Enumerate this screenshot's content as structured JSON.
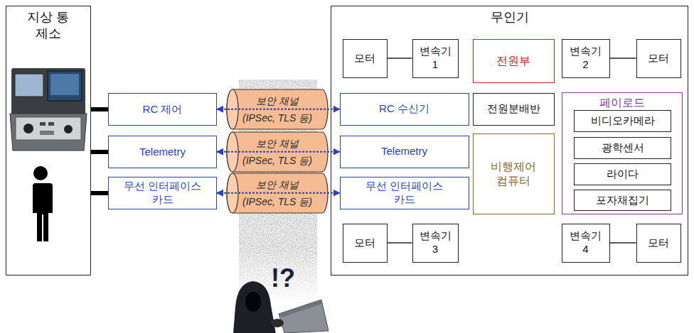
{
  "diagram": {
    "nodes": [
      {
        "text": [
          "지상 통제소"
        ]
      },
      {
        "text": [
          "RC 제어"
        ]
      },
      {
        "text": [
          "Telemetry"
        ]
      },
      {
        "text": [
          "무선 인터페이스 카드"
        ]
      },
      {
        "text": [
          "보안 채널",
          "(IPSec, TLS 등)"
        ]
      },
      {
        "text": [
          "보안 채널",
          "(IPSec, TLS 등)"
        ]
      },
      {
        "text": [
          "보안 채널",
          "(IPSec, TLS 등)"
        ]
      },
      {
        "text": [
          "무인기"
        ]
      },
      {
        "text": [
          "모터"
        ],
        "in": 7
      },
      {
        "text": [
          "변속기 1"
        ],
        "in": 7
      },
      {
        "text": [
          "전원부"
        ],
        "in": 7
      },
      {
        "text": [
          "변속기 2"
        ],
        "in": 7
      },
      {
        "text": [
          "모터"
        ],
        "in": 7
      },
      {
        "text": [
          "RC 수신기"
        ],
        "in": 7
      },
      {
        "text": [
          "전원분배반"
        ],
        "in": 7
      },
      {
        "text": [
          "페이로드"
        ],
        "in": 7
      },
      {
        "text": [
          "비디오카메라"
        ],
        "in": 15
      },
      {
        "text": [
          "광학센서"
        ],
        "in": 15
      },
      {
        "text": [
          "라이다"
        ],
        "in": 15
      },
      {
        "text": [
          "포자채집기"
        ],
        "in": 15
      },
      {
        "text": [
          "Telemetry"
        ],
        "in": 7
      },
      {
        "text": [
          "비행제어 컴퓨터"
        ],
        "in": 7
      },
      {
        "text": [
          "무선 인터페이스 카드"
        ],
        "in": 7
      },
      {
        "text": [
          "모터"
        ],
        "in": 7
      },
      {
        "text": [
          "변속기 3"
        ],
        "in": 7
      },
      {
        "text": [
          "변속기 4"
        ],
        "in": 7
      },
      {
        "text": [
          "모터"
        ],
        "in": 7
      }
    ],
    "edges": [
      {
        "from": 0,
        "to": 1,
        "arrow": "none"
      },
      {
        "from": 0,
        "to": 2,
        "arrow": "none"
      },
      {
        "from": 0,
        "to": 3,
        "arrow": "none"
      },
      {
        "from": 1,
        "to": 13,
        "arrow": "both"
      },
      {
        "from": 2,
        "to": 20,
        "arrow": "both"
      },
      {
        "from": 3,
        "to": 22,
        "arrow": "both"
      },
      {
        "from": 8,
        "to": 9,
        "arrow": "none"
      },
      {
        "from": 11,
        "to": 12,
        "arrow": "none"
      },
      {
        "from": 23,
        "to": 24,
        "arrow": "none"
      },
      {
        "from": 25,
        "to": 26,
        "arrow": "none"
      }
    ],
    "labels": [
      "!?"
    ]
  }
}
